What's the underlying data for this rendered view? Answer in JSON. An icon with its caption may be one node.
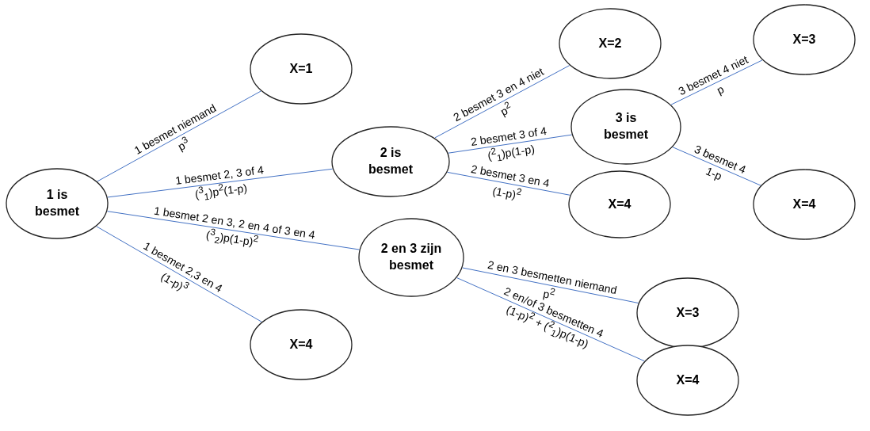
{
  "diagram": {
    "nodes": [
      {
        "text": [
          "1 is besmet"
        ]
      },
      {
        "text": [
          "X=1"
        ]
      },
      {
        "text": [
          "2 is besmet"
        ]
      },
      {
        "text": [
          "2 en 3 zijn besmet"
        ]
      },
      {
        "text": [
          "X=4"
        ]
      },
      {
        "text": [
          "X=2"
        ]
      },
      {
        "text": [
          "3 is besmet"
        ]
      },
      {
        "text": [
          "X=4"
        ]
      },
      {
        "text": [
          "X=3"
        ]
      },
      {
        "text": [
          "X=4"
        ]
      },
      {
        "text": [
          "X=3"
        ]
      },
      {
        "text": [
          "X=4"
        ]
      }
    ],
    "edges": [
      {
        "from": 0,
        "to": 1,
        "arrow": "none",
        "label": "1 besmet niemand"
      },
      {
        "from": 0,
        "to": 2,
        "arrow": "none",
        "label": "1 besmet 2, 3 of 4"
      },
      {
        "from": 0,
        "to": 3,
        "arrow": "none",
        "label": "1 besmet 2 en 3, 2 en 4 of 3 en 4"
      },
      {
        "from": 0,
        "to": 4,
        "arrow": "none",
        "label": "1 besmet 2,3 en 4"
      },
      {
        "from": 2,
        "to": 5,
        "arrow": "none",
        "label": "2 besmet 3 en 4 niet"
      },
      {
        "from": 2,
        "to": 6,
        "arrow": "none",
        "label": "2 besmet 3 of 4"
      },
      {
        "from": 2,
        "to": 7,
        "arrow": "none",
        "label": "2 besmet 3 en 4"
      },
      {
        "from": 6,
        "to": 8,
        "arrow": "none",
        "label": "3 besmet 4 niet"
      },
      {
        "from": 6,
        "to": 9,
        "arrow": "none",
        "label": "3 besmet 4"
      },
      {
        "from": 3,
        "to": 10,
        "arrow": "none",
        "label": "2 en 3 besmetten niemand"
      },
      {
        "from": 3,
        "to": 11,
        "arrow": "none",
        "label": "2 en/of 3 besmetten 4"
      }
    ],
    "labels": [
      "p$^{3}$",
      "($^{3}$$_{1}$)p$^{2}$(1-p)",
      "($^{3}$$_{2}$)p(1-p)$^{2}$",
      "(1-p)$^{3}$",
      "p$^{2}$",
      "($^{2}$$_{1}$)p(1-p)",
      "(1-p)$^{2}$",
      "p",
      "1-p",
      "p$^{2}$",
      "(1-p)$^{2}$ + ($^{2}$$_{1}$)p(1-p)"
    ]
  }
}
